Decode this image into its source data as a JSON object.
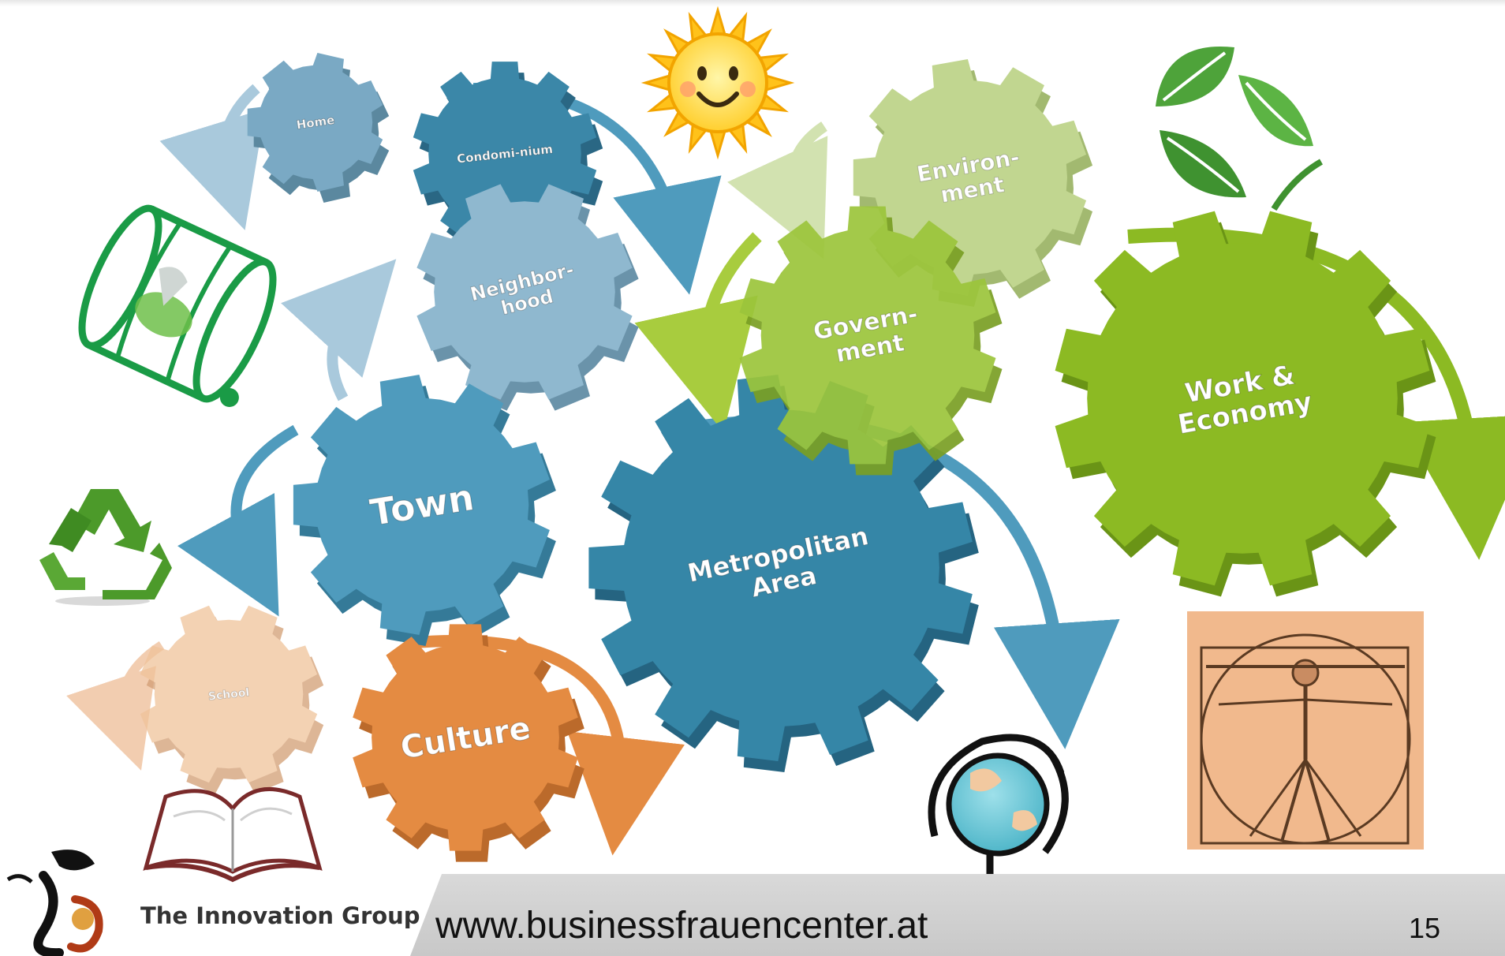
{
  "gears": [
    {
      "id": "home",
      "label": "Home",
      "color": "#7aa9c4",
      "shade": "#5b889f"
    },
    {
      "id": "condominium",
      "label": "Condomi-nium",
      "color": "#3b87a8",
      "shade": "#2a6784"
    },
    {
      "id": "neighborhood",
      "label": "Neighbor-\nhood",
      "color": "#8fb8cf",
      "shade": "#6a93aa"
    },
    {
      "id": "town",
      "label": "Town",
      "color": "#4f9bbd",
      "shade": "#357a98"
    },
    {
      "id": "metropolitan-area",
      "label": "Metropolitan\nArea",
      "color": "#3586a7",
      "shade": "#256481"
    },
    {
      "id": "school",
      "label": "School",
      "color": "#f0c39a",
      "shade": "#d29e74"
    },
    {
      "id": "culture",
      "label": "Culture",
      "color": "#e48b42",
      "shade": "#bb6a2b"
    },
    {
      "id": "environment",
      "label": "Environ-\nment",
      "color": "#b7cf7d",
      "shade": "#92ad58"
    },
    {
      "id": "government",
      "label": "Govern-\nment",
      "color": "#9cc53b",
      "shade": "#7a9f24"
    },
    {
      "id": "work-economy",
      "label": "Work &\nEconomy",
      "color": "#8cba23",
      "shade": "#6a9416"
    }
  ],
  "footer": {
    "company": "The Innovation Group",
    "url": "www.businessfrauencenter.at",
    "page": "15"
  },
  "colors": {
    "blue_arrow": "#4f9bbd",
    "light_blue_arrow": "#8fb8cf",
    "orange_arrow": "#e48b42",
    "green_arrow": "#8cba23",
    "light_green_arrow": "#c9dca0",
    "recycle_green": "#4c9a2a"
  },
  "icons": [
    "sun-icon",
    "leaves-icon",
    "fuel-barrel-icon",
    "recycle-icon",
    "vitruvian-man-image",
    "globe-icon",
    "open-book-icon",
    "company-logo"
  ]
}
